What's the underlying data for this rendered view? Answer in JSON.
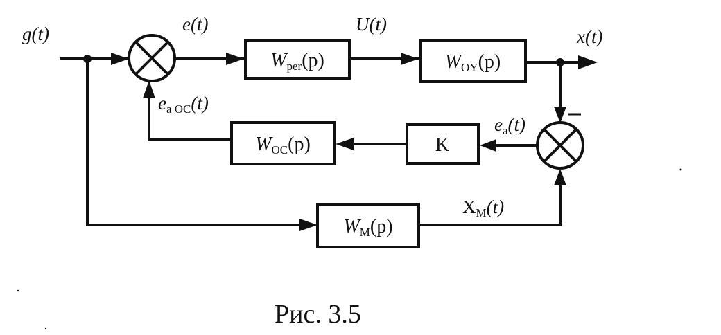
{
  "signals": {
    "g": "g(t)",
    "e": "e(t)",
    "u": "U(t)",
    "x": "x(t)",
    "eaoc_main": "e",
    "eaoc_sub": "a OC",
    "eaoc_tail": "(t)",
    "ea_main": "e",
    "ea_sub": "a",
    "ea_tail": "(t)",
    "xm_main": "X",
    "xm_sub": "M",
    "xm_tail": "(t)"
  },
  "blocks": {
    "reg": {
      "main": "W",
      "sub": "per",
      "tail": "(p)"
    },
    "ou": {
      "main": "W",
      "sub": "OY",
      "tail": "(p)"
    },
    "oc": {
      "main": "W",
      "sub": "OC",
      "tail": "(p)"
    },
    "k": {
      "label": "K"
    },
    "m": {
      "main": "W",
      "sub": "M",
      "tail": "(p)"
    }
  },
  "caption": "Рис. 3.5"
}
